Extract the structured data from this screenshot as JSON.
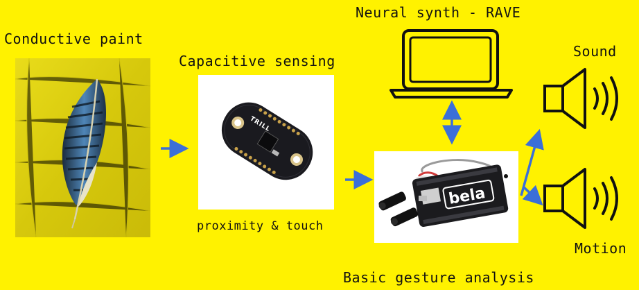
{
  "labels": {
    "conductive_paint": "Conductive paint",
    "capacitive_sensing": "Capacitive sensing",
    "proximity_touch": "proximity & touch",
    "neural_synth": "Neural synth - RAVE",
    "sound": "Sound",
    "motion": "Motion",
    "gesture_analysis": "Basic gesture analysis"
  },
  "boards": {
    "trill_text": "TRILL",
    "bela_text": "bela"
  },
  "colors": {
    "background": "#FFF200",
    "arrow": "#3B6FD8",
    "outline": "#111111"
  },
  "icons": [
    "laptop-icon",
    "speaker-sound-icon",
    "speaker-motion-icon",
    "feather-image",
    "trill-board-image",
    "bela-board-image"
  ]
}
